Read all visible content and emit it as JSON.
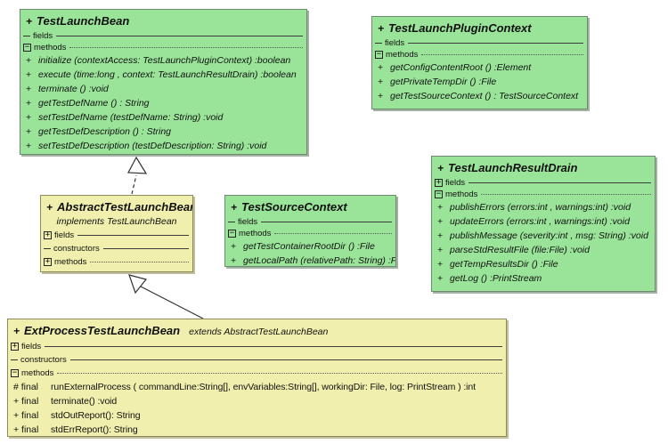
{
  "colors": {
    "interface_fill": "#9ae49a",
    "class_fill": "#f0efad",
    "background": "#ffffff",
    "border": "#6f8a6f"
  },
  "diagram": {
    "classes": [
      {
        "name": "TestLaunchBean",
        "title_prefix": "+",
        "title": "TestLaunchBean",
        "sections": [
          {
            "label": "fields",
            "icon": "dash-separator",
            "rule": "solid",
            "items": []
          },
          {
            "label": "methods",
            "icon": "collapse-minus",
            "icon_glyph": "−",
            "rule": "dotted",
            "items": [
              {
                "prefix": "+",
                "text": "initialize (contextAccess: TestLaunchPluginContext) :boolean"
              },
              {
                "prefix": "+",
                "text": "execute (time:long , context: TestLaunchResultDrain) :boolean"
              },
              {
                "prefix": "+",
                "text": "terminate () :void"
              },
              {
                "prefix": "+",
                "text": "getTestDefName () : String"
              },
              {
                "prefix": "+",
                "text": "setTestDefName (testDefName: String) :void"
              },
              {
                "prefix": "+",
                "text": "getTestDefDescription () : String"
              },
              {
                "prefix": "+",
                "text": "setTestDefDescription (testDefDescription: String) :void"
              }
            ]
          }
        ]
      },
      {
        "name": "TestLaunchPluginContext",
        "title_prefix": "+",
        "title": "TestLaunchPluginContext",
        "sections": [
          {
            "label": "fields",
            "icon": "dash-separator",
            "rule": "solid",
            "items": []
          },
          {
            "label": "methods",
            "icon": "collapse-minus",
            "icon_glyph": "−",
            "rule": "dotted",
            "items": [
              {
                "prefix": "+",
                "text": "getConfigContentRoot () :Element"
              },
              {
                "prefix": "+",
                "text": "getPrivateTempDir () :File"
              },
              {
                "prefix": "+",
                "text": "getTestSourceContext () : TestSourceContext"
              }
            ]
          }
        ]
      },
      {
        "name": "TestLaunchResultDrain",
        "title_prefix": "+",
        "title": "TestLaunchResultDrain",
        "sections": [
          {
            "label": "fields",
            "icon": "expand-plus",
            "icon_glyph": "+",
            "rule": "solid",
            "items": []
          },
          {
            "label": "methods",
            "icon": "collapse-minus",
            "icon_glyph": "−",
            "rule": "dotted",
            "items": [
              {
                "prefix": "+",
                "text": "publishErrors (errors:int , warnings:int) :void"
              },
              {
                "prefix": "+",
                "text": "updateErrors (errors:int , warnings:int) :void"
              },
              {
                "prefix": "+",
                "text": "publishMessage (severity:int , msg: String) :void"
              },
              {
                "prefix": "+",
                "text": "parseStdResultFile (file:File) :void"
              },
              {
                "prefix": "+",
                "text": "getTempResultsDir () :File"
              },
              {
                "prefix": "+",
                "text": "getLog () :PrintStream"
              }
            ]
          }
        ]
      },
      {
        "name": "AbstractTestLaunchBean",
        "title_prefix": "+",
        "title": "AbstractTestLaunchBean",
        "subtitle": "implements  TestLaunchBean",
        "sections": [
          {
            "label": "fields",
            "icon": "expand-plus",
            "icon_glyph": "+",
            "rule": "solid",
            "items": []
          },
          {
            "label": "constructors",
            "icon": "dash-separator",
            "rule": "solid",
            "items": []
          },
          {
            "label": "methods",
            "icon": "expand-plus",
            "icon_glyph": "+",
            "rule": "dotted",
            "items": []
          }
        ]
      },
      {
        "name": "TestSourceContext",
        "title_prefix": "+",
        "title": "TestSourceContext",
        "sections": [
          {
            "label": "fields",
            "icon": "dash-separator",
            "rule": "solid",
            "items": []
          },
          {
            "label": "methods",
            "icon": "collapse-minus",
            "icon_glyph": "−",
            "rule": "dotted",
            "items": [
              {
                "prefix": "+",
                "text": "getTestContainerRootDir () :File"
              },
              {
                "prefix": "+",
                "text": "getLocalPath (relativePath: String) :File"
              }
            ]
          }
        ]
      },
      {
        "name": "ExtProcessTestLaunchBean",
        "title_prefix": "+",
        "title": "ExtProcessTestLaunchBean",
        "title_extra": "extends  AbstractTestLaunchBean",
        "sections": [
          {
            "label": "fields",
            "icon": "expand-plus",
            "icon_glyph": "+",
            "rule": "solid",
            "items": []
          },
          {
            "label": "constructors",
            "icon": "dash-separator",
            "rule": "solid",
            "items": []
          },
          {
            "label": "methods",
            "icon": "collapse-minus",
            "icon_glyph": "−",
            "rule": "dotted",
            "items": [
              {
                "prefix": "# final",
                "text": "runExternalProcess ( commandLine:String[],  envVariables:String[],  workingDir: File,  log: PrintStream ) :int"
              },
              {
                "prefix": "+ final",
                "text": "terminate() :void"
              },
              {
                "prefix": "+ final",
                "text": "stdOutReport(): String"
              },
              {
                "prefix": "+ final",
                "text": "stdErrReport(): String"
              }
            ]
          }
        ]
      }
    ],
    "relationships": [
      {
        "type": "implements",
        "from": "AbstractTestLaunchBean",
        "to": "TestLaunchBean",
        "line": "dashed",
        "arrowhead": "hollow-triangle"
      },
      {
        "type": "extends",
        "from": "ExtProcessTestLaunchBean",
        "to": "AbstractTestLaunchBean",
        "line": "solid",
        "arrowhead": "hollow-triangle"
      }
    ]
  }
}
